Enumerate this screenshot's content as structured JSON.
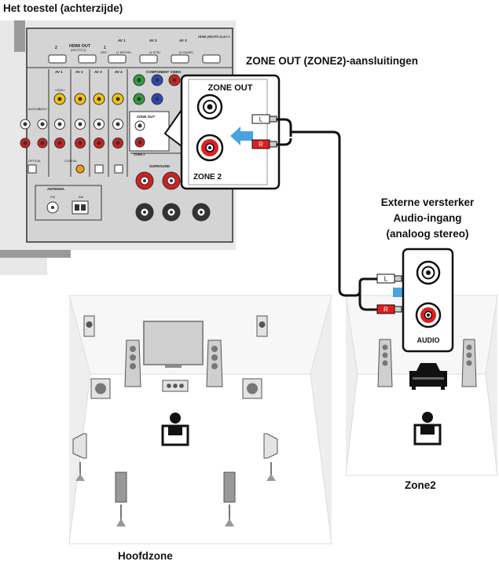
{
  "captions": {
    "device_rear": "Het toestel (achterzijde)",
    "zone_out_connectors": "ZONE OUT (ZONE2)-aansluitingen",
    "external_amp_line1": "Externe versterker",
    "external_amp_line2": "Audio-ingang",
    "external_amp_line3": "(analoog stereo)",
    "main_zone": "Hoofdzone",
    "zone2": "Zone2"
  },
  "zone_out_panel": {
    "title": "ZONE OUT",
    "subtitle": "ZONE 2"
  },
  "amp_panel": {
    "label": "AUDIO"
  },
  "cable": {
    "left_plug": "L",
    "right_plug": "R"
  },
  "receiver": {
    "hdmi_out": "HDMI OUT",
    "hdmi_out_sub": "(HDCP2.2)",
    "hdmi_in_labels": [
      "2",
      "1",
      "AV 1",
      "AV 2",
      "AV 3",
      "HDMI (HDCP2.2) AV 4"
    ],
    "hdmi_in_subs": [
      "ARC",
      "(1 MOVIE)",
      "(4 STB)",
      "(6 GAME)"
    ],
    "component_video": "COMPONENT VIDEO",
    "video": "VIDEO",
    "zone_out_small": "ZONE OUT",
    "zone_small": "ZONE 2",
    "surround": "SURROUND",
    "antenna": "ANTENNA",
    "fm": "FM",
    "am": "AM",
    "optical": "OPTICAL",
    "coaxial": "COAXIAL",
    "audio_labels": [
      "AUDIO 2",
      "AUDIO 1"
    ],
    "av_labels": [
      "AV 1",
      "AV 2",
      "AV 3",
      "AV 4"
    ]
  },
  "colors": {
    "panel_bg": "#d9d9d9",
    "zone_area": "#e6e6e6",
    "arrow_blue": "#4aa3df",
    "red_jack": "#e01e1e",
    "cable": "#111111"
  }
}
